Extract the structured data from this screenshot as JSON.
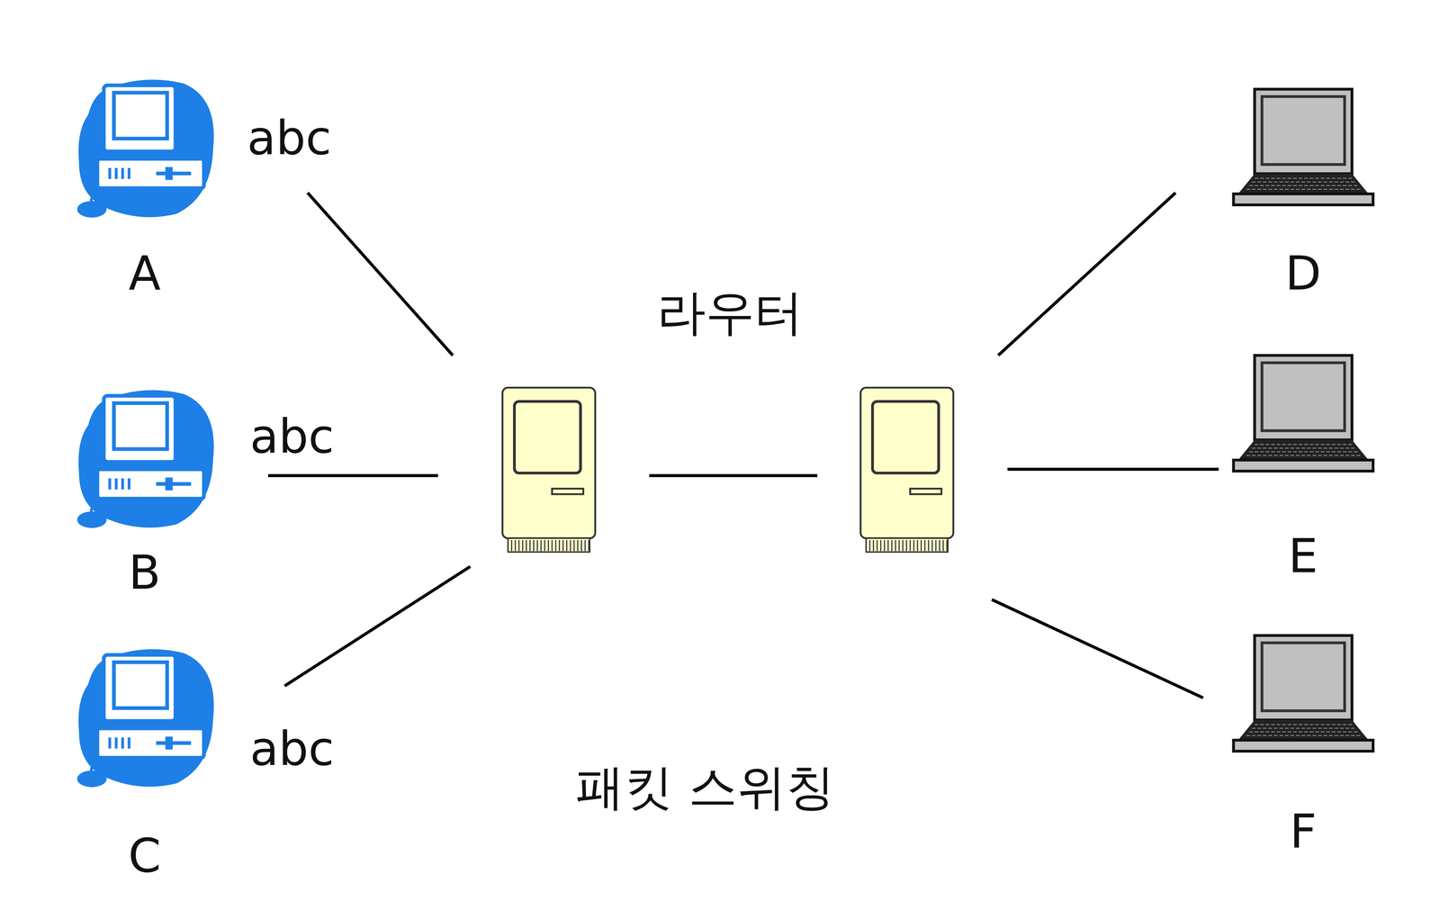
{
  "diagram": {
    "nodes": [
      {
        "text": [
          "A"
        ]
      },
      {
        "text": [
          "B"
        ]
      },
      {
        "text": [
          "C"
        ]
      },
      {
        "text": []
      },
      {
        "text": []
      },
      {
        "text": [
          "D"
        ]
      },
      {
        "text": [
          "E"
        ]
      },
      {
        "text": [
          "F"
        ]
      }
    ],
    "edges": [
      {
        "from": 0,
        "to": 3,
        "arrow": "none",
        "label": "abc"
      },
      {
        "from": 1,
        "to": 3,
        "arrow": "none",
        "label": "abc"
      },
      {
        "from": 2,
        "to": 3,
        "arrow": "none",
        "label": "abc"
      },
      {
        "from": 3,
        "to": 4,
        "arrow": "none"
      },
      {
        "from": 4,
        "to": 5,
        "arrow": "none"
      },
      {
        "from": 4,
        "to": 6,
        "arrow": "none"
      },
      {
        "from": 4,
        "to": 7,
        "arrow": "none"
      }
    ],
    "labels": [
      "라우터",
      "패킷 스위칭"
    ]
  }
}
